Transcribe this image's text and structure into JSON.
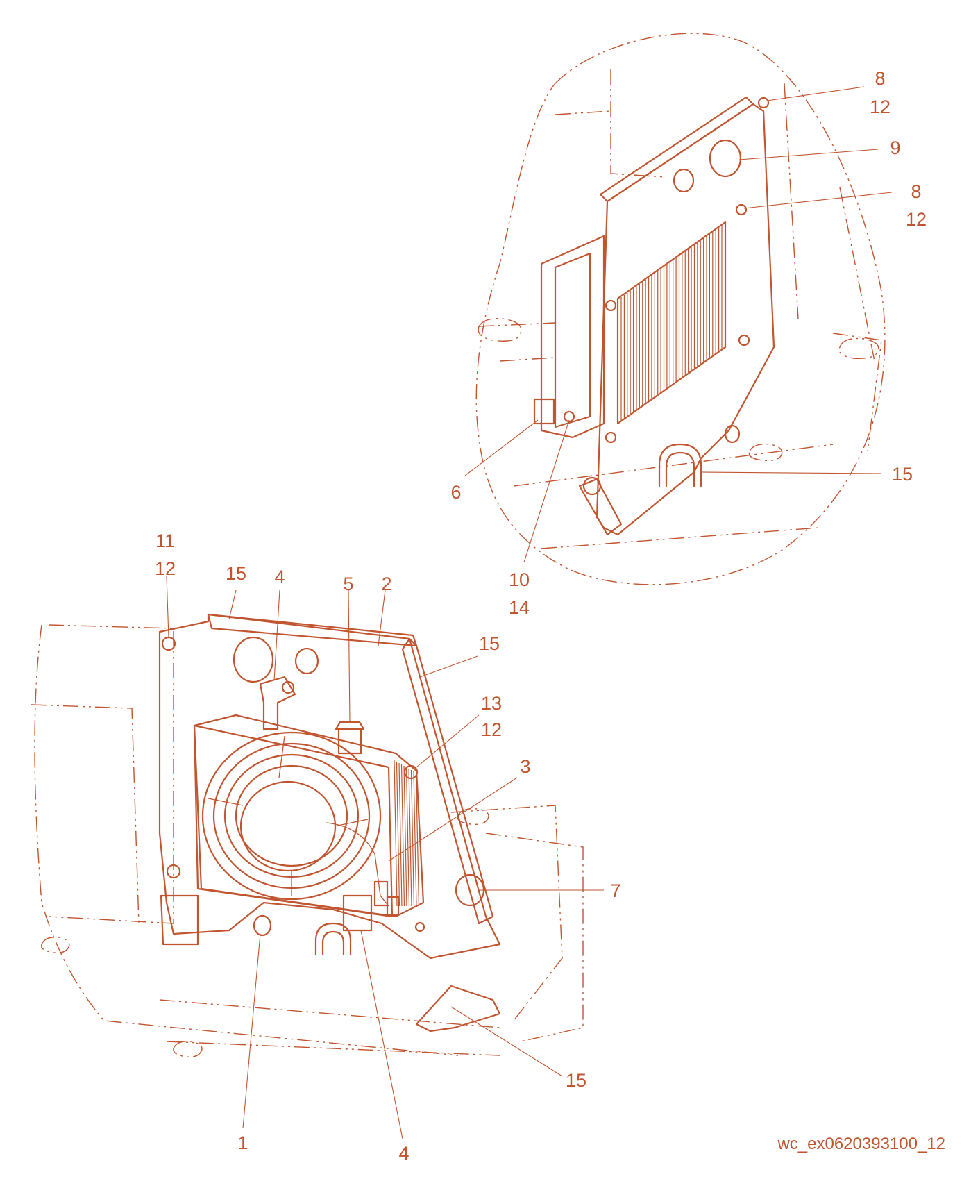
{
  "drawing": {
    "reference_code": "wc_ex0620393100_12",
    "line_color": "#c05530",
    "background_color": "#ffffff"
  },
  "callouts": {
    "top_8": "8",
    "top_12": "12",
    "top_9": "9",
    "mid_8": "8",
    "mid_12": "12",
    "top_15": "15",
    "top_6": "6",
    "top_10": "10",
    "top_14": "14",
    "left_11": "11",
    "left_12": "12",
    "left_15": "15",
    "left_4": "4",
    "left_5": "5",
    "left_2": "2",
    "right_15": "15",
    "left_13": "13",
    "left_12b": "12",
    "left_3": "3",
    "left_7": "7",
    "bottom_15": "15",
    "bottom_1": "1",
    "bottom_4": "4"
  }
}
